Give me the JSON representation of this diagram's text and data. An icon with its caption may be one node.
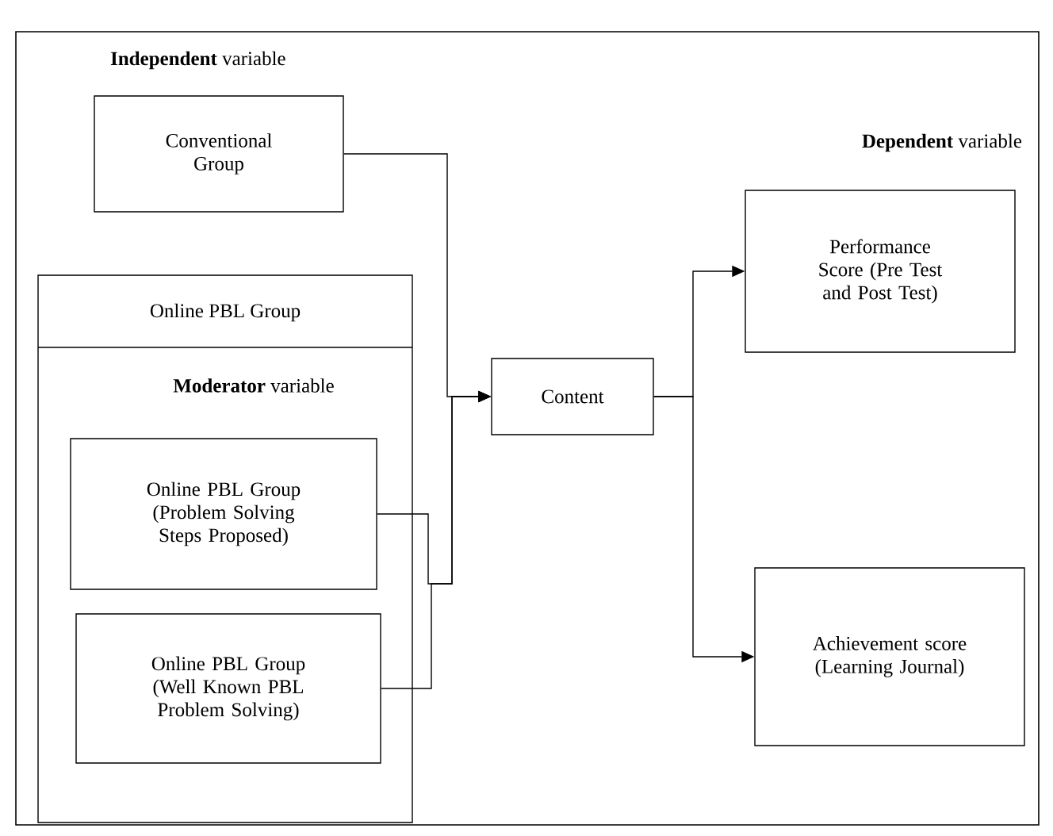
{
  "diagram": {
    "nodes": [
      {
        "text": [
          "Conventional Group"
        ]
      },
      {
        "text": [
          "Online PBL Group",
          "**Moderator** variable"
        ]
      },
      {
        "text": [
          "Online PBL Group (Problem Solving Steps Proposed)"
        ],
        "in": 1
      },
      {
        "text": [
          "Online PBL Group (Well Known PBL Problem Solving)"
        ],
        "in": 1
      },
      {
        "text": [
          "Content"
        ]
      },
      {
        "text": [
          "Performance Score (Pre Test and Post Test)"
        ]
      },
      {
        "text": [
          "Achievement score (Learning Journal)"
        ]
      }
    ],
    "edges": [
      {
        "from": 0,
        "to": 4,
        "arrow": "to"
      },
      {
        "from": 2,
        "to": 4,
        "arrow": "to"
      },
      {
        "from": 3,
        "to": 4,
        "arrow": "to"
      },
      {
        "from": 4,
        "to": 5,
        "arrow": "to"
      },
      {
        "from": 4,
        "to": 6,
        "arrow": "to"
      }
    ],
    "labels": [
      "**Independent** variable",
      "**Dependent** variable"
    ]
  }
}
